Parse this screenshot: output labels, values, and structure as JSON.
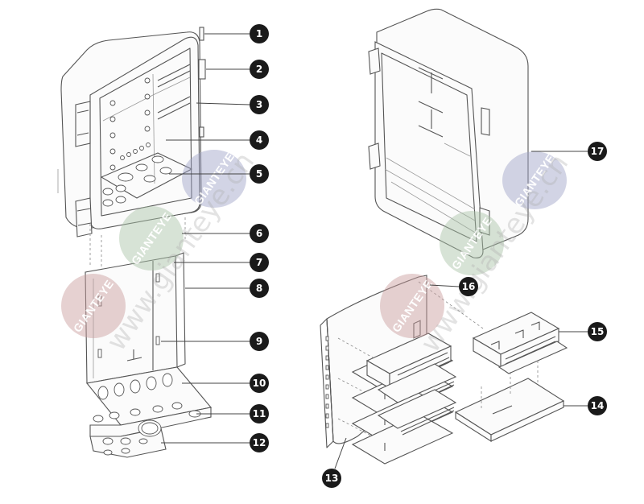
{
  "callouts": [
    {
      "id": "1",
      "label": "1"
    },
    {
      "id": "2",
      "label": "2"
    },
    {
      "id": "3",
      "label": "3"
    },
    {
      "id": "4",
      "label": "4"
    },
    {
      "id": "5",
      "label": "5"
    },
    {
      "id": "6",
      "label": "6"
    },
    {
      "id": "7",
      "label": "7"
    },
    {
      "id": "8",
      "label": "8"
    },
    {
      "id": "9",
      "label": "9"
    },
    {
      "id": "10",
      "label": "10"
    },
    {
      "id": "11",
      "label": "11"
    },
    {
      "id": "12",
      "label": "12"
    },
    {
      "id": "13",
      "label": "13"
    },
    {
      "id": "14",
      "label": "14"
    },
    {
      "id": "15",
      "label": "15"
    },
    {
      "id": "16",
      "label": "16"
    },
    {
      "id": "17",
      "label": "17"
    }
  ],
  "watermark": {
    "brand": "GIANTEYE",
    "url": "www.gianteye.cn",
    "colors": {
      "red": "#c89a9a",
      "green": "#a9c2a6",
      "blue": "#9fa3c6"
    }
  },
  "colors": {
    "line": "#555555",
    "callout": "#1a1a1a"
  }
}
